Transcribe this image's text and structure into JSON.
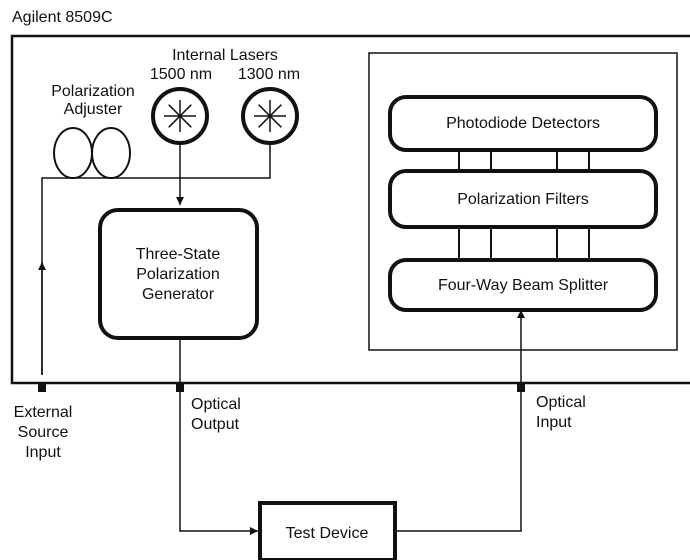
{
  "instrument_title": "Agilent 8509C",
  "lasers": {
    "group_label": "Internal Lasers",
    "laser_1500": "1500 nm",
    "laser_1300": "1300 nm"
  },
  "polarization_adjuster": {
    "line1": "Polarization",
    "line2": "Adjuster"
  },
  "generator": {
    "line1": "Three-State",
    "line2": "Polarization",
    "line3": "Generator"
  },
  "receiver": {
    "detectors": "Photodiode Detectors",
    "filters": "Polarization Filters",
    "splitter": "Four-Way Beam Splitter"
  },
  "ports": {
    "external_source": {
      "line1": "External",
      "line2": "Source",
      "line3": "Input"
    },
    "optical_output": {
      "line1": "Optical",
      "line2": "Output"
    },
    "optical_input": {
      "line1": "Optical",
      "line2": "Input"
    }
  },
  "test_device": "Test Device"
}
